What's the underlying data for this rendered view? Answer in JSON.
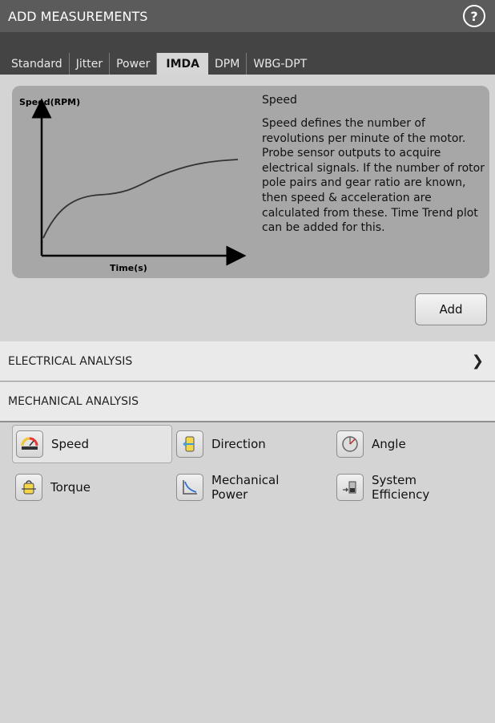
{
  "window": {
    "title": "ADD MEASUREMENTS",
    "help_label": "?"
  },
  "tabs": [
    {
      "label": "Standard",
      "active": false
    },
    {
      "label": "Jitter",
      "active": false
    },
    {
      "label": "Power",
      "active": false
    },
    {
      "label": "IMDA",
      "active": true
    },
    {
      "label": "DPM",
      "active": false
    },
    {
      "label": "WBG-DPT",
      "active": false
    }
  ],
  "preview": {
    "graph_ylabel": "Speed(RPM)",
    "graph_xlabel": "Time(s)",
    "title": "Speed",
    "description": "Speed defines the number of revolutions per minute of the motor. Probe sensor outputs to acquire electrical signals. If the number of rotor pole pairs and gear ratio are known, then speed & acceleration are calculated from these. Time Trend plot can be added for this."
  },
  "actions": {
    "add_label": "Add"
  },
  "sections": {
    "electrical": {
      "label": "ELECTRICAL ANALYSIS",
      "icon": "chevron-right-icon"
    },
    "mechanical": {
      "label": "MECHANICAL ANALYSIS"
    }
  },
  "measurements": [
    {
      "label": "Speed",
      "icon": "speed-gauge-icon",
      "selected": true
    },
    {
      "label": "Direction",
      "icon": "direction-icon",
      "selected": false
    },
    {
      "label": "Angle",
      "icon": "angle-icon",
      "selected": false
    },
    {
      "label": "Torque",
      "icon": "torque-icon",
      "selected": false
    },
    {
      "label": "Mechanical\nPower",
      "icon": "mechanical-power-icon",
      "selected": false
    },
    {
      "label": "System\nEfficiency",
      "icon": "system-efficiency-icon",
      "selected": false
    }
  ],
  "colors": {
    "titlebar": "#5b5b5b",
    "tabbar": "#444444",
    "panel": "#d4d4d4",
    "card": "#a7a7a7"
  }
}
